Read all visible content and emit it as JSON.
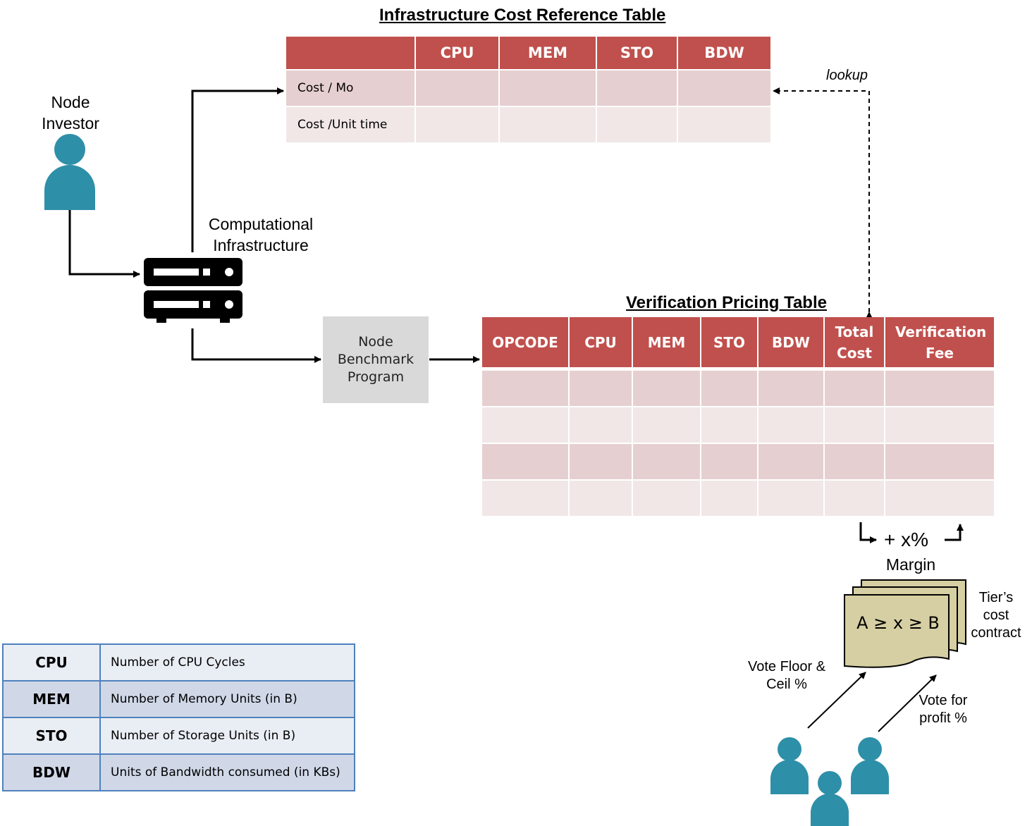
{
  "cost_table": {
    "title": "Infrastructure Cost Reference Table",
    "headers": [
      "",
      "CPU",
      "MEM",
      "STO",
      "BDW"
    ],
    "rows": [
      {
        "label": "Cost / Mo"
      },
      {
        "label": "Cost /Unit time"
      }
    ]
  },
  "pricing_table": {
    "title": "Verification Pricing Table",
    "headers": [
      "OPCODE",
      "CPU",
      "MEM",
      "STO",
      "BDW",
      "Total Cost",
      "Verification Fee"
    ]
  },
  "labels": {
    "node_investor": "Node Investor",
    "computational_infrastructure": "Computational Infrastructure",
    "benchmark_program": "Node Benchmark Program",
    "lookup": "lookup",
    "margin_pct": "+ x%",
    "margin": "Margin",
    "formula": "A ≥ x ≥ B",
    "contract": "Tier’s cost contract",
    "vote_floor_ceil": "Vote Floor & Ceil %",
    "vote_profit": "Vote for profit %"
  },
  "legend": [
    {
      "key": "CPU",
      "desc": "Number of CPU Cycles"
    },
    {
      "key": "MEM",
      "desc": "Number of Memory Units (in B)"
    },
    {
      "key": "STO",
      "desc": "Number of Storage Units (in B)"
    },
    {
      "key": "BDW",
      "desc": "Units of Bandwidth consumed (in KBs)"
    }
  ],
  "colors": {
    "table_header": "#c0504d",
    "table_row_dark": "#e6cfd0",
    "table_row_light": "#f2e7e7",
    "person": "#2e8fa8",
    "benchmark_box": "#d9d9d9",
    "contract": "#d6cfa3",
    "legend_border": "#4f81bd"
  }
}
